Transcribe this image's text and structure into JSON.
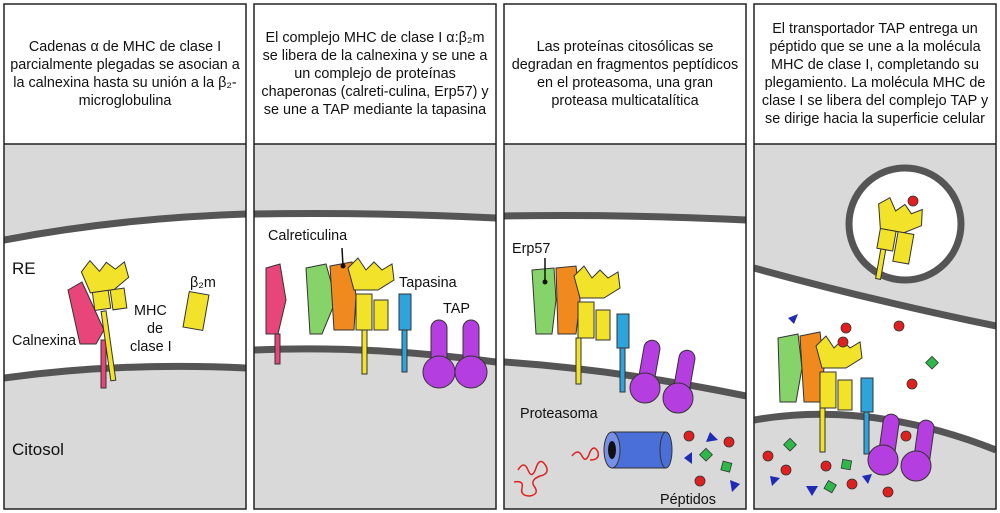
{
  "panels": [
    {
      "caption": "Cadenas α de MHC de clase I parcialmente plegadas se asocian a la calnexina hasta su unión a la β₂-microglobulina"
    },
    {
      "caption": "El complejo MHC de clase I α:β₂m se libera de la calnexina y se une a un complejo de proteínas chaperonas (calreti-culina, Erp57) y se une a TAP mediante la tapasina"
    },
    {
      "caption": "Las proteínas citosólicas se degradan en fragmentos peptídicos en el proteasoma, una gran proteasa multicatalítica"
    },
    {
      "caption": "El transportador TAP entrega un péptido que se une a la molécula MHC de clase I, completando su plegamiento. La molécula MHC de clase I se libera del complejo TAP y se dirige hacia la superficie celular"
    }
  ],
  "labels": {
    "re": "RE",
    "citosol": "Citosol",
    "calnexina": "Calnexina",
    "b2m": "β₂m",
    "mhc_line1": "MHC",
    "mhc_line2": "de",
    "mhc_line3": "clase I",
    "calreticulina": "Calreticulina",
    "tapasina": "Tapasina",
    "tap": "TAP",
    "erp57": "Erp57",
    "proteasoma": "Proteasoma",
    "peptidos": "Péptidos"
  },
  "colors": {
    "membrane_fill": "#d9d9d9",
    "membrane_line": "#555555",
    "calnexina": "#e8457a",
    "mhc": "#f2e22a",
    "calreticulina": "#f08a1e",
    "erp57": "#86d36a",
    "tapasina": "#2ea4dc",
    "tap": "#b43ee0",
    "proteasoma": "#4a6fd8",
    "peptide_red": "#e0201e",
    "peptide_green": "#2fb84a",
    "peptide_blue": "#1f2ab5"
  }
}
